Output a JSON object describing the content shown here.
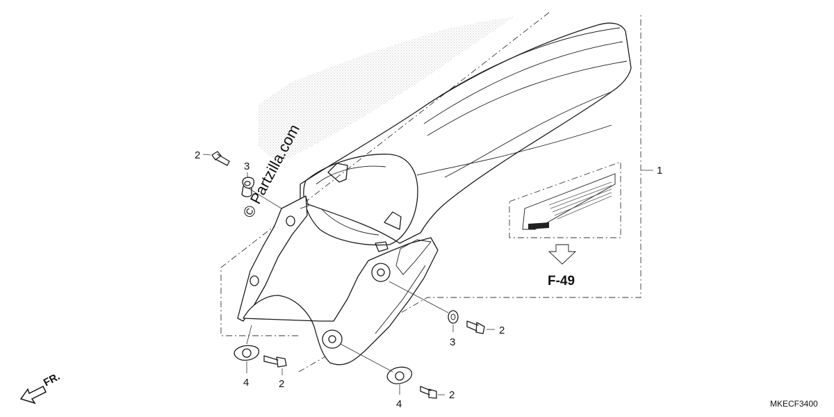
{
  "diagram": {
    "callouts": {
      "c1": "1",
      "c2a": "2",
      "c3a": "3",
      "c3b": "3",
      "c2b": "2",
      "c4a": "4",
      "c2c": "2",
      "c4b": "4",
      "c2d": "2"
    },
    "reference": "F-49",
    "drawing_code": "MKECF3400",
    "watermark": "© Partzilla.com",
    "direction_label": "FR."
  }
}
